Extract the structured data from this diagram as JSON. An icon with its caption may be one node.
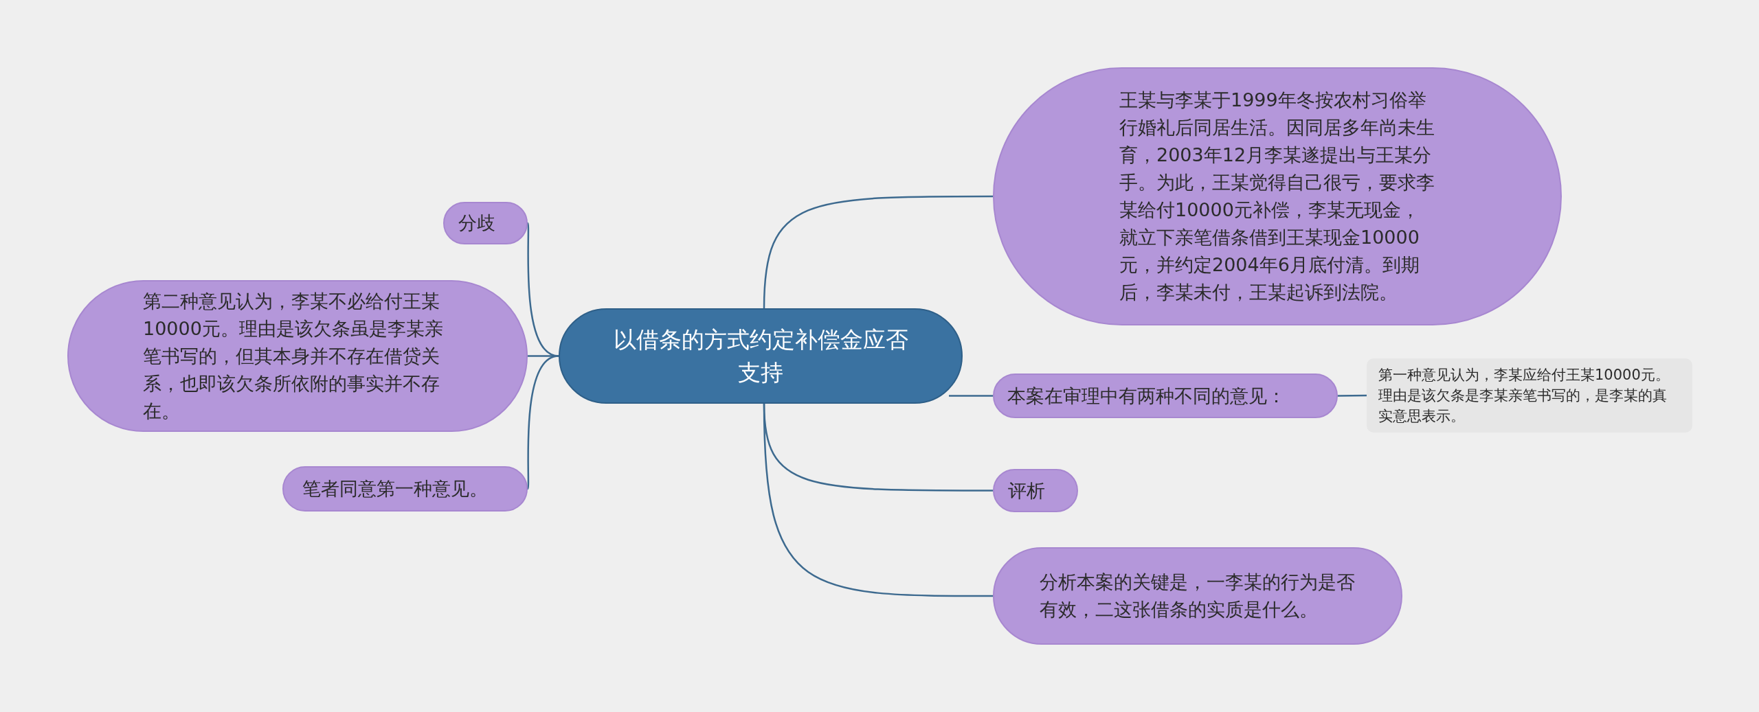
{
  "diagram": {
    "nodes": [
      {
        "text": [
          "以借条的方式约定补偿金应否支持"
        ]
      },
      {
        "text": [
          "王某与李某于1999年冬按农村习俗举行婚礼后同居生活。因同居多年尚未生育，2003年12月李某遂提出与王某分手。为此，王某觉得自己很亏，要求李某给付10000元补偿，李某无现金，就立下亲笔借条借到王某现金10000元，并约定2004年6月底付清。到期后，李某未付，王某起诉到法院。"
        ]
      },
      {
        "text": [
          "本案在审理中有两种不同的意见："
        ]
      },
      {
        "text": [
          "第一种意见认为，李某应给付王某10000元。理由是该欠条是李某亲笔书写的，是李某的真实意思表示。"
        ]
      },
      {
        "text": [
          "评析"
        ]
      },
      {
        "text": [
          "分析本案的关键是，一李某的行为是否有效，二这张借条的实质是什么。"
        ]
      },
      {
        "text": [
          "分歧"
        ]
      },
      {
        "text": [
          "第二种意见认为，李某不必给付王某10000元。理由是该欠条虽是李某亲笔书写的，但其本身并不存在借贷关系，也即该欠条所依附的事实并不存在。"
        ]
      },
      {
        "text": [
          "笔者同意第一种意见。"
        ]
      }
    ],
    "edges": [
      {
        "from": 0,
        "to": 1,
        "arrow": "none"
      },
      {
        "from": 0,
        "to": 2,
        "arrow": "none"
      },
      {
        "from": 2,
        "to": 3,
        "arrow": "none"
      },
      {
        "from": 0,
        "to": 4,
        "arrow": "none"
      },
      {
        "from": 0,
        "to": 5,
        "arrow": "none"
      },
      {
        "from": 0,
        "to": 6,
        "arrow": "none"
      },
      {
        "from": 0,
        "to": 7,
        "arrow": "none"
      },
      {
        "from": 0,
        "to": 8,
        "arrow": "none"
      }
    ]
  }
}
